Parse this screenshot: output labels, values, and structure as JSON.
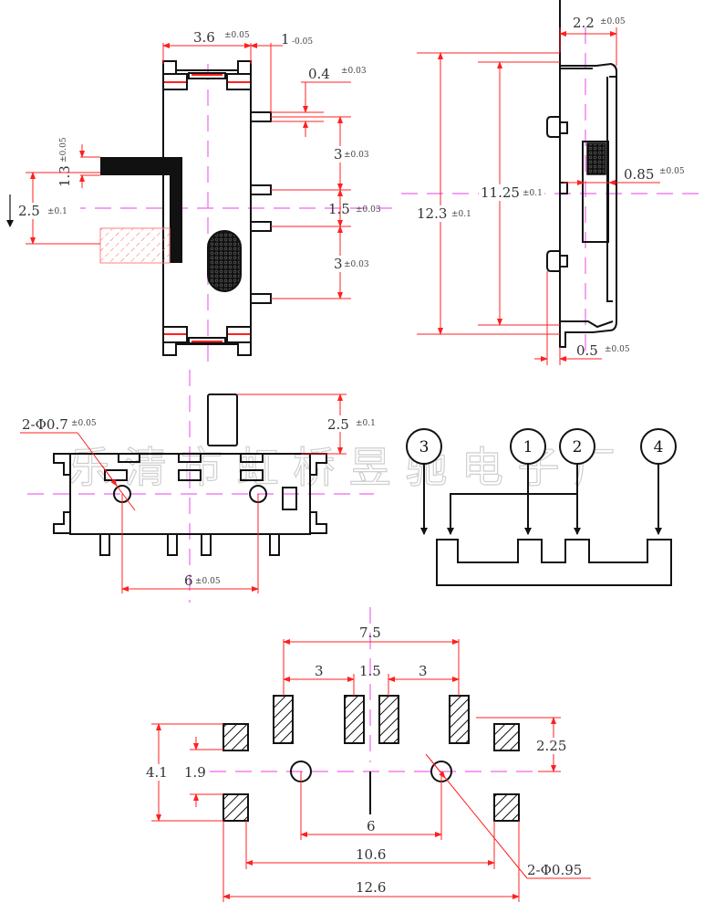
{
  "watermark": "乐清市虹桥昱驰电子厂",
  "colors": {
    "dimension": "#ff2020",
    "centerline": "#ee66ee",
    "outline": "#111111",
    "watermark": "#cfcfcf"
  },
  "top_view": {
    "width": {
      "value": "3.6",
      "tol": "±0.05"
    },
    "pin_len": {
      "value": "1",
      "tol": "-0.05"
    },
    "pin_width": {
      "value": "0.4",
      "tol": "±0.03"
    },
    "pitch_a": {
      "value": "3",
      "tol": "±0.03"
    },
    "pitch_mid": {
      "value": "1.5",
      "tol": "±0.03"
    },
    "pitch_b": {
      "value": "3",
      "tol": "±0.03"
    },
    "knob_w": {
      "value": "1.3",
      "tol": "±0.05"
    },
    "travel": {
      "value": "2.5",
      "tol": "±0.1"
    }
  },
  "side_view": {
    "depth": {
      "value": "2.2",
      "tol": "±0.05"
    },
    "inner_len": {
      "value": "11.25",
      "tol": "±0.1"
    },
    "total_len": {
      "value": "12.3",
      "tol": "±0.1"
    },
    "act_width": {
      "value": "0.85",
      "tol": "±0.05"
    },
    "foot": {
      "value": "0.5",
      "tol": "±0.05"
    }
  },
  "front_view": {
    "holes": {
      "value": "2-Φ0.7",
      "tol": "±0.05"
    },
    "actuator_h": {
      "value": "2.5",
      "tol": "±0.1"
    },
    "hole_pitch": {
      "value": "6",
      "tol": "±0.05"
    }
  },
  "schematic": {
    "pins": [
      "3",
      "1",
      "2",
      "4"
    ]
  },
  "footprint": {
    "overall_pads": "7.5",
    "pad_gap_left": "3",
    "pad_gap_mid": "1.5",
    "pad_gap_right": "3",
    "row_offset": "2.25",
    "height": "4.1",
    "inner_height": "1.9",
    "hole_pitch": "6",
    "mount_inner": "10.6",
    "mount_outer": "12.6",
    "holes": "2-Φ0.95"
  }
}
